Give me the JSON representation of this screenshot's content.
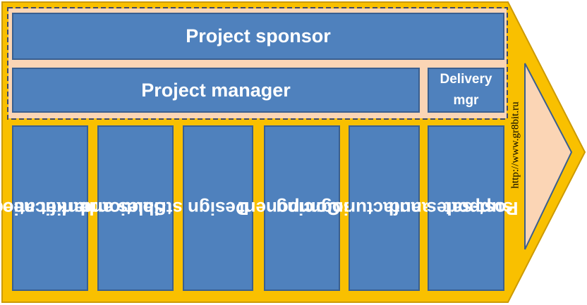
{
  "colors": {
    "frame_fill": "#f9c000",
    "frame_stroke": "#cc9a00",
    "band_fill": "#fbd5b5",
    "box_fill": "#4f81bd",
    "box_stroke": "#3a5f8f",
    "dashed_outline": "#404a66",
    "text": "#ffffff"
  },
  "management": {
    "sponsor": "Project sponsor",
    "manager": "Project manager",
    "delivery": {
      "line1": "Delivery",
      "line2": "mgr"
    }
  },
  "activities": [
    {
      "line1": "Identification of",
      "line2": "the market need"
    },
    {
      "line1": "Sales and",
      "line2": "distribution"
    },
    {
      "line1": "Design",
      "line2": ""
    },
    {
      "line1": "Component",
      "line2": "sourcing"
    },
    {
      "line1": "Manufacturing",
      "line2": ""
    },
    {
      "line1": "Post-sales and",
      "line2": "support"
    }
  ],
  "watermark": "http://www.gr8bit.ru"
}
